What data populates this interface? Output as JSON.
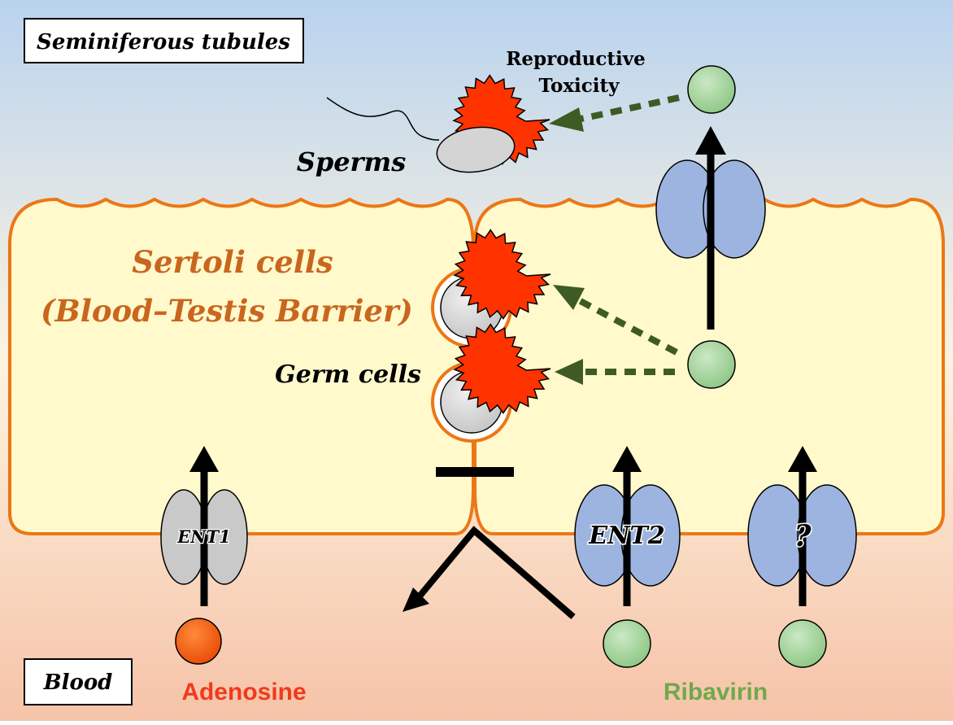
{
  "labels": {
    "tubules": "Seminiferous tubules",
    "blood": "Blood",
    "sperms": "Sperms",
    "sertoli_line1": "Sertoli cells",
    "sertoli_line2": "(Blood–Testis Barrier)",
    "germ_cells": "Germ cells",
    "toxicity_line1": "Reproductive",
    "toxicity_line2": "Toxicity",
    "ent1": "ENT1",
    "ent2": "ENT2",
    "unknown_transporter": "?",
    "adenosine": "Adenosine",
    "ribavirin": "Ribavirin"
  },
  "colors": {
    "background_top": "#b9d3ee",
    "background_mid": "#fdf3df",
    "background_bottom": "#f6c3a8",
    "cell_fill": "#fff9cc",
    "cell_border": "#ec7716",
    "sertoli_text": "#c9661e",
    "transporter_blue": "#9db4e0",
    "transporter_gray": "#c9c9c9",
    "ribavirin": "#9fd398",
    "adenosine": "#ef5b0c",
    "adenosine_text": "#ef3b1c",
    "ribavirin_text": "#6fa94d",
    "toxicity_burst": "#ff3300",
    "dashed_arrow": "#3d5b23"
  },
  "icons": [
    "sperm-icon",
    "toxicity-burst-icon",
    "germ-cell-icon",
    "transporter-icon",
    "ribavirin-molecule-icon",
    "adenosine-molecule-icon",
    "inhibition-bar-icon"
  ]
}
